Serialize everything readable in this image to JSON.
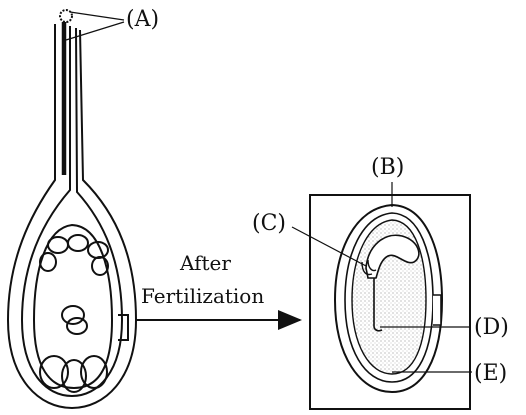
{
  "labels": {
    "a": "(A)",
    "b": "(B)",
    "c": "(C)",
    "d": "(D)",
    "e": "(E)"
  },
  "arrow": {
    "line1": "After",
    "line2": "Fertilization"
  },
  "colors": {
    "ink": "#111111",
    "stipple": "#bdbdbd",
    "background": "#ffffff"
  }
}
